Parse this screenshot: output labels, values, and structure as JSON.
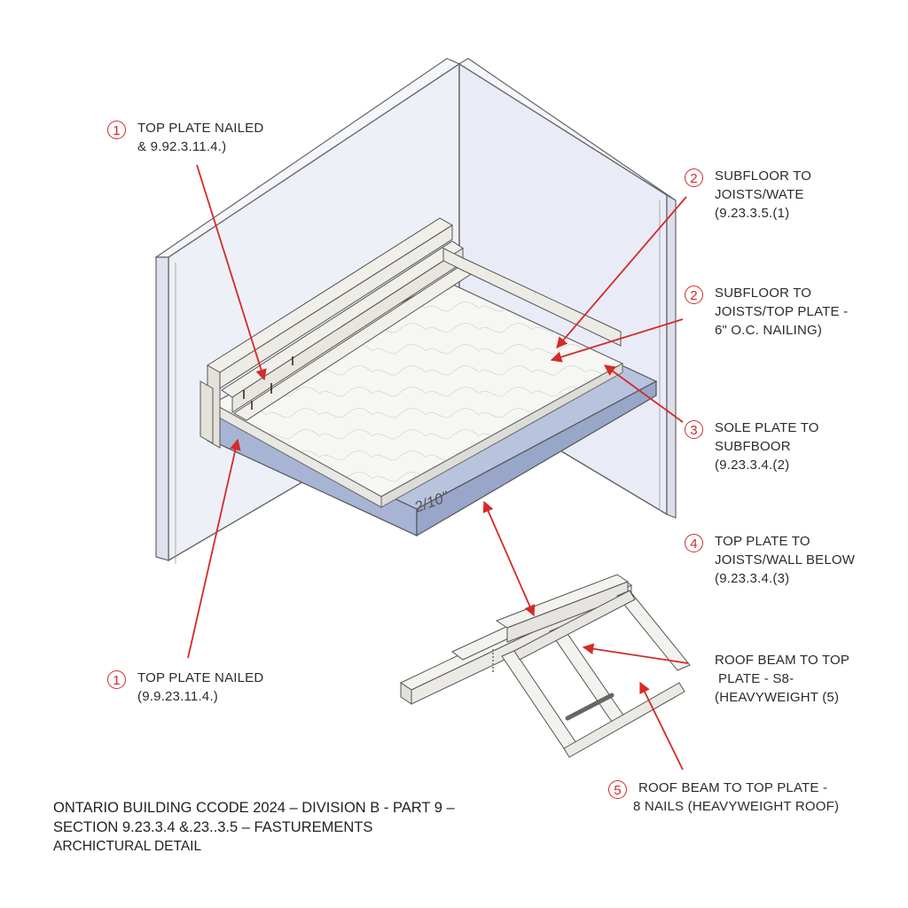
{
  "diagram": {
    "dimension_label": "2/10\"",
    "callouts": [
      {
        "number": "1",
        "lines": [
          "TOP PLATE NAILED",
          "& 9.92.3.11.4.)"
        ]
      },
      {
        "number": "2",
        "lines": [
          "SUBFLOOR TO",
          "JOISTS/WATE",
          "(9.23.3.5.(1)"
        ]
      },
      {
        "number": "2",
        "lines": [
          "SUBFLOOR TO",
          "JOISTS/TOP PLATE -",
          "6\" O.C. NAILING)"
        ]
      },
      {
        "number": "3",
        "lines": [
          "SOLE PLATE TO",
          "SUBFBOOR",
          "(9.23.3.4.(2)"
        ]
      },
      {
        "number": "4",
        "lines": [
          "TOP PLATE TO",
          "JOISTS/WALL BELOW",
          "(9.23.3.4.(3)"
        ]
      },
      {
        "number": "",
        "lines": [
          "ROOF BEAM TO TOP",
          "PLATE - S8-",
          "(HEAVYWEIGHT (5)"
        ]
      },
      {
        "number": "1",
        "lines": [
          "TOP PLATE NAILED",
          "(9.9.23.11.4.)"
        ]
      },
      {
        "number": "5",
        "lines": [
          "ROOF BEAM TO TOP PLATE -",
          "8 NAILS (HEAVYWEIGHT ROOF)"
        ]
      }
    ],
    "title_block": {
      "lines": [
        "ONTARIO BUILDING CCODE 2024 – DIVISION B - PART 9 –",
        "SECTION 9.23.3.4 &.23..3.5 – FASTUREMENTS",
        "ARCHICTURAL DETAIL"
      ]
    }
  }
}
